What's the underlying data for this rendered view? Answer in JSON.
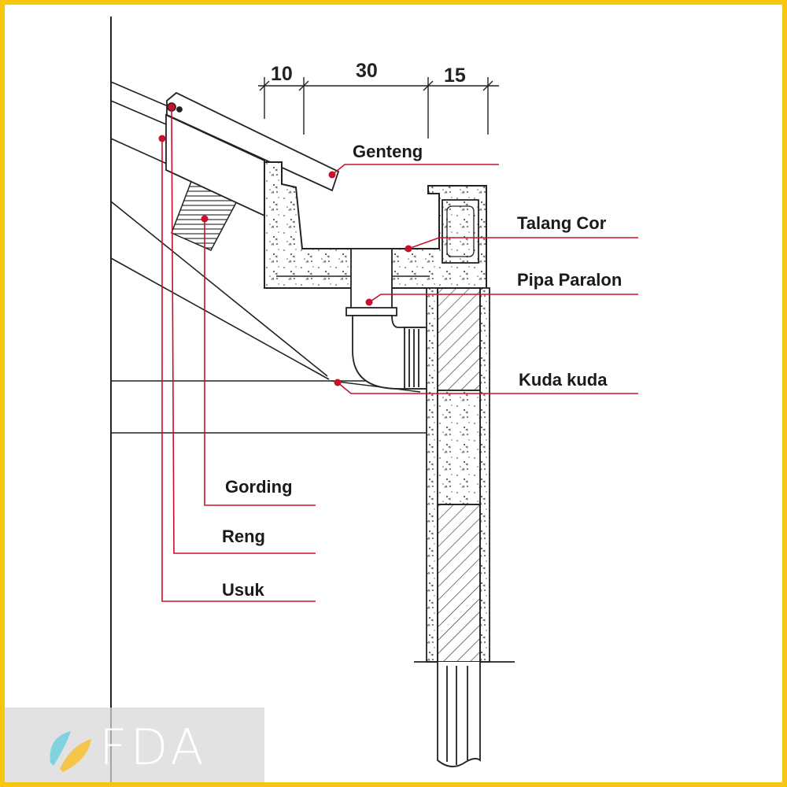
{
  "dimensions": [
    "10",
    "30",
    "15"
  ],
  "labels": {
    "genteng": "Genteng",
    "talang_cor": "Talang Cor",
    "pipa_paralon": "Pipa Paralon",
    "kuda_kuda": "Kuda kuda",
    "gording": "Gording",
    "reng": "Reng",
    "usuk": "Usuk"
  },
  "watermark": {
    "text": "FDA",
    "icon": "fda-logo-icon"
  },
  "colors": {
    "frame": "#f6c60f",
    "leader": "#c8102e",
    "line": "#222222"
  }
}
